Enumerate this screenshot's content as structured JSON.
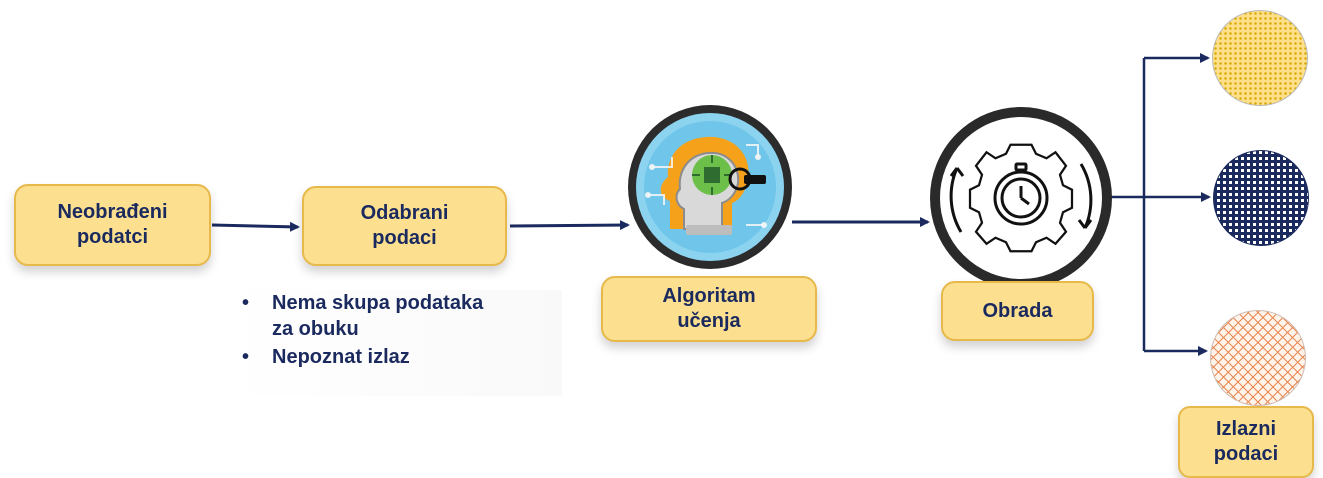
{
  "colors": {
    "box_fill": "#FCE090",
    "box_border": "#E7B94A",
    "text_navy": "#1B2A5E",
    "arrow": "#1B2A5E"
  },
  "nodes": {
    "raw_data": "Neobrađeni\npodatci",
    "selected_data": "Odabrani\npodaci",
    "learning_algorithm": "Algoritam\nučenja",
    "processing": "Obrada",
    "output_data": "Izlazni\npodaci"
  },
  "notes": [
    "Nema skupa podataka\nza obuku",
    "Nepoznat izlaz"
  ],
  "icons": {
    "algorithm": "ai-head-chip-icon",
    "processing": "gear-stopwatch-cycle-icon",
    "outputs": [
      "yellow-dots-circle-icon",
      "navy-grid-circle-icon",
      "orange-crosshatch-circle-icon"
    ]
  }
}
